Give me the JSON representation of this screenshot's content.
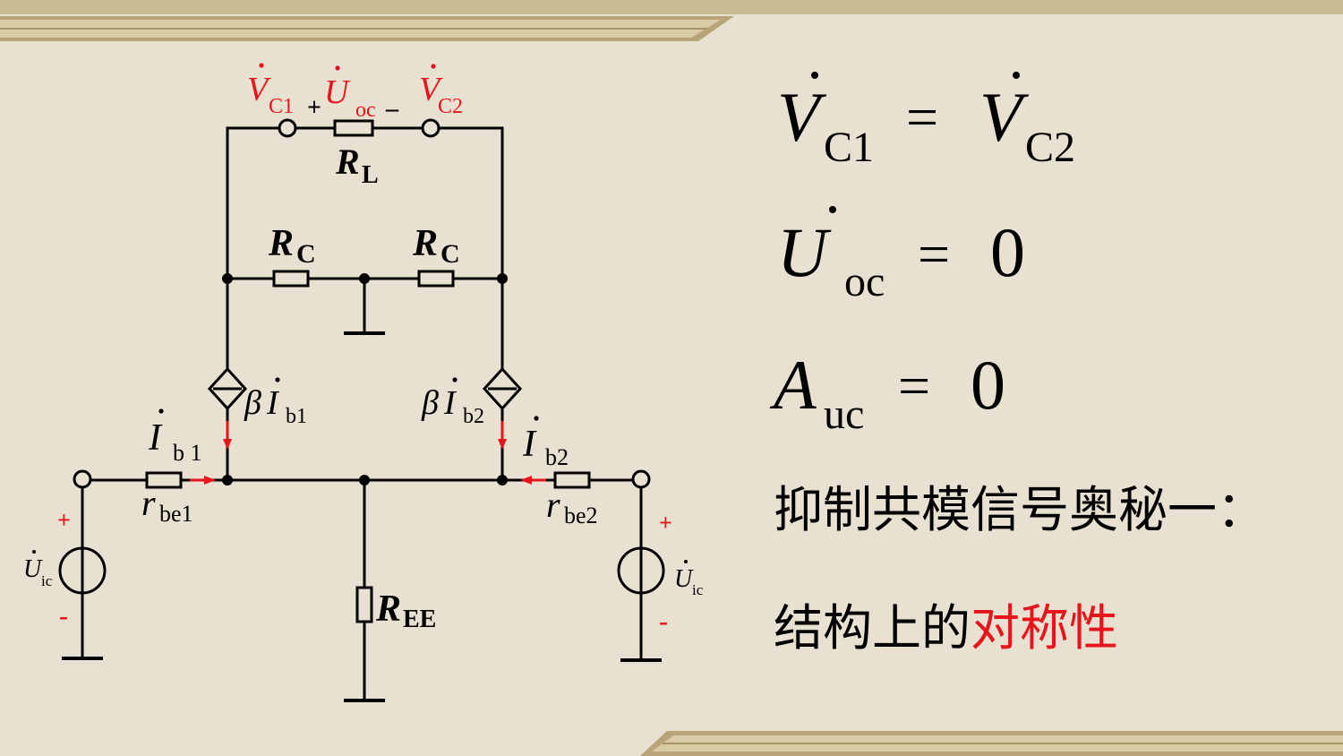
{
  "colors": {
    "background": "#e8e0d0",
    "wire": "#000000",
    "highlight": "#e8141c",
    "stripe_dark": "#b8a478",
    "stripe_light": "#d8cba6"
  },
  "circuit": {
    "top": {
      "vc1": {
        "main": "V",
        "sub": "C1"
      },
      "uoc": {
        "main": "U",
        "sub": "oc"
      },
      "vc2": {
        "main": "V",
        "sub": "C2"
      },
      "plus": "+",
      "minus": "–",
      "rl": {
        "main": "R",
        "sub": "L"
      }
    },
    "rc_left": {
      "main": "R",
      "sub": "C"
    },
    "rc_right": {
      "main": "R",
      "sub": "C"
    },
    "beta_ib1": {
      "beta": "β",
      "main": "I",
      "sub": "b1"
    },
    "beta_ib2": {
      "beta": "β",
      "main": "I",
      "sub": "b2"
    },
    "ib1": {
      "main": "I",
      "sub": "b 1"
    },
    "ib2": {
      "main": "I",
      "sub": "b2"
    },
    "rbe1": {
      "main": "r",
      "sub": "be1"
    },
    "rbe2": {
      "main": "r",
      "sub": "be2"
    },
    "ree": {
      "main": "R",
      "sub": "EE"
    },
    "source_left": {
      "main": "U",
      "sub": "ic",
      "plus": "+",
      "minus": "-"
    },
    "source_right": {
      "main": "U",
      "sub": "ic",
      "plus": "+",
      "minus": "-"
    }
  },
  "equations": [
    {
      "lhs": "V",
      "lhs_sub": "C1",
      "eq": "=",
      "rhs": "V",
      "rhs_sub": "C2"
    },
    {
      "lhs": "U",
      "lhs_sub": "oc",
      "eq": "=",
      "rhs": "0"
    },
    {
      "lhs": "A",
      "lhs_sub": "uc",
      "eq": "=",
      "rhs": "0"
    }
  ],
  "text": {
    "line1": "抑制共模信号奥秘一：",
    "line2_black": "结构上的",
    "line2_red": "对称性"
  }
}
